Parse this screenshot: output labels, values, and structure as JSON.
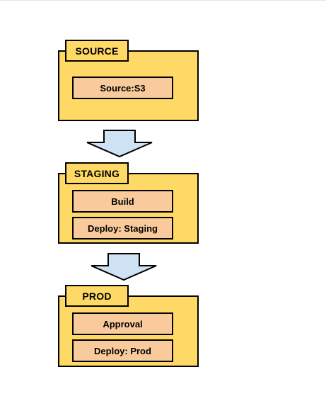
{
  "diagram": {
    "stages": [
      {
        "name": "SOURCE",
        "actions": [
          "Source:S3"
        ]
      },
      {
        "name": "STAGING",
        "actions": [
          "Build",
          "Deploy: Staging"
        ]
      },
      {
        "name": "PROD",
        "actions": [
          "Approval",
          "Deploy: Prod"
        ]
      }
    ],
    "colors": {
      "stage_fill": "#ffd966",
      "action_fill": "#f9cb9c",
      "arrow_fill": "#cfe2f3",
      "outline": "#000000"
    }
  }
}
